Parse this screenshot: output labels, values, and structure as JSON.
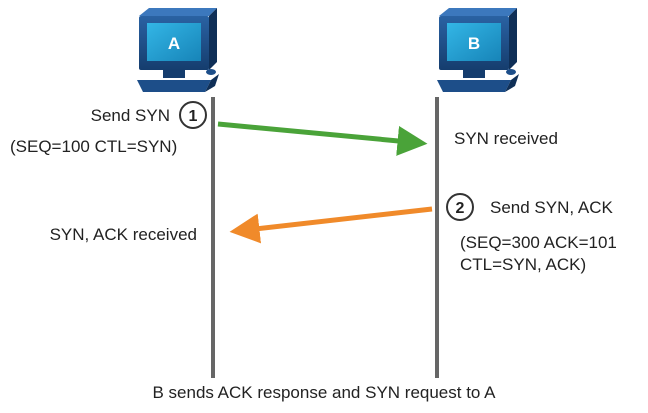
{
  "hosts": {
    "a": {
      "label": "A"
    },
    "b": {
      "label": "B"
    }
  },
  "steps": [
    {
      "number": "1",
      "action": "Send SYN",
      "detail": "(SEQ=100 CTL=SYN)",
      "receiver_text": "SYN received",
      "arrow_color": "#4aa339"
    },
    {
      "number": "2",
      "action": "Send SYN, ACK",
      "detail_line1": "(SEQ=300 ACK=101",
      "detail_line2": "CTL=SYN, ACK)",
      "receiver_text": "SYN, ACK received",
      "arrow_color": "#f08a2a"
    }
  ],
  "caption": "B sends ACK response and SYN request to A",
  "colors": {
    "monitor_frame": "#1d4e89",
    "screen": "#1b95c9",
    "timeline": "#666666",
    "text": "#222222"
  }
}
